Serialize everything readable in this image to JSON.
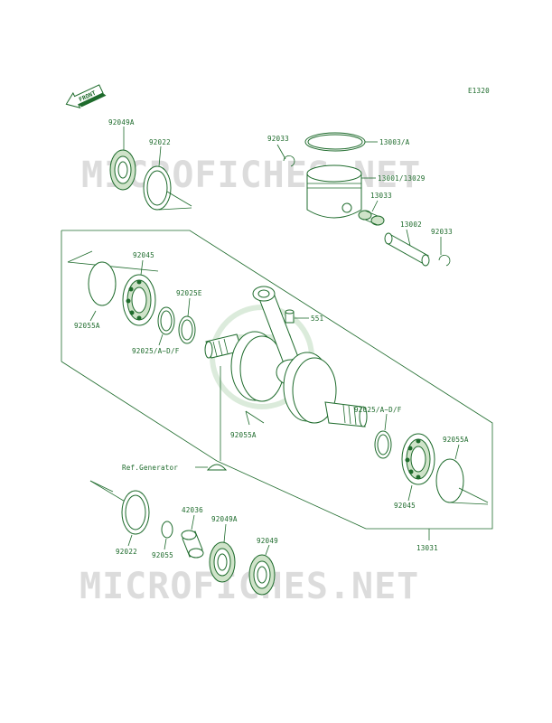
{
  "diagram_code": "E1320",
  "front_label": "FRONT",
  "watermark": {
    "text": "MICROFICHES.NET",
    "brand_color": "#1e6b2c"
  },
  "parts": {
    "p92049A_top": "92049A",
    "p92022_top": "92022",
    "p92033_top": "92033",
    "p13003A": "13003/A",
    "p13001": "13001/13029",
    "p13033": "13033",
    "p13002": "13002",
    "p92033_right": "92033",
    "p92045_left": "92045",
    "p92025E": "92025E",
    "p551": "551",
    "p92055A_left": "92055A",
    "p92025_left": "92025/A~D/F",
    "p92055A_mid": "92055A",
    "p92025_right": "92025/A~D/F",
    "p92055A_right": "92055A",
    "ref_generator": "Ref.Generator",
    "p92045_right": "92045",
    "p42036": "42036",
    "p92049A_bottom": "92049A",
    "p92049_bottom": "92049",
    "p92022_bottom": "92022",
    "p92055_bottom": "92055",
    "p13031": "13031"
  },
  "colors": {
    "line": "#1e6b2c",
    "watermark": "#dcdcdc"
  }
}
